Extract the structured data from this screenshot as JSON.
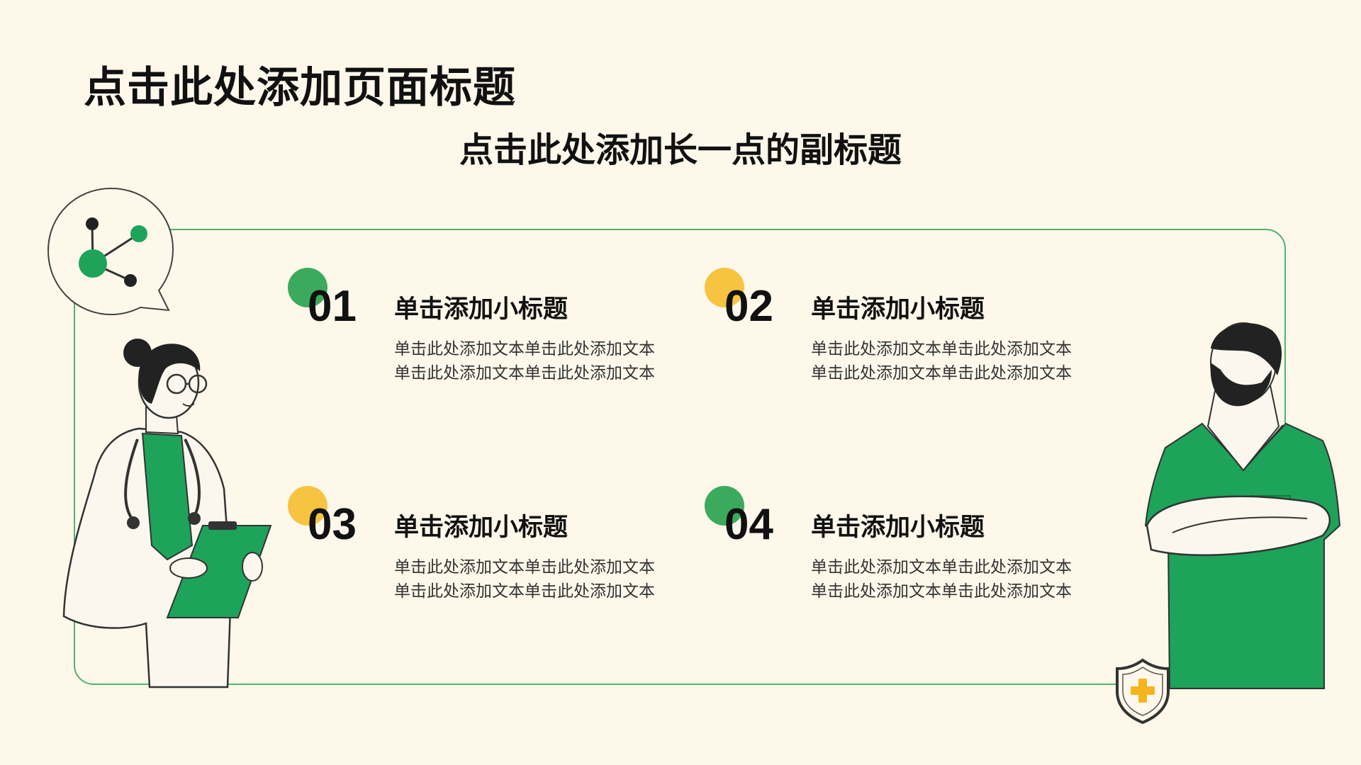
{
  "title": "点击此处添加页面标题",
  "subtitle": "点击此处添加长一点的副标题",
  "items": [
    {
      "number": "01",
      "heading": "单击添加小标题",
      "body": "单击此处添加文本单击此处添加文本单击此处添加文本单击此处添加文本",
      "dot_color": "#3BAA5C"
    },
    {
      "number": "02",
      "heading": "单击添加小标题",
      "body": "单击此处添加文本单击此处添加文本单击此处添加文本单击此处添加文本",
      "dot_color": "#F6C440"
    },
    {
      "number": "03",
      "heading": "单击添加小标题",
      "body": "单击此处添加文本单击此处添加文本单击此处添加文本单击此处添加文本",
      "dot_color": "#F6C440"
    },
    {
      "number": "04",
      "heading": "单击添加小标题",
      "body": "单击此处添加文本单击此处添加文本单击此处添加文本单击此处添加文本",
      "dot_color": "#3BAA5C"
    }
  ],
  "colors": {
    "background": "#FDF8EA",
    "accent_green": "#1DA35A",
    "accent_yellow": "#F6C440",
    "frame_border": "#4DB56E"
  },
  "icons": [
    "molecule-share-icon",
    "shield-plus-icon"
  ]
}
